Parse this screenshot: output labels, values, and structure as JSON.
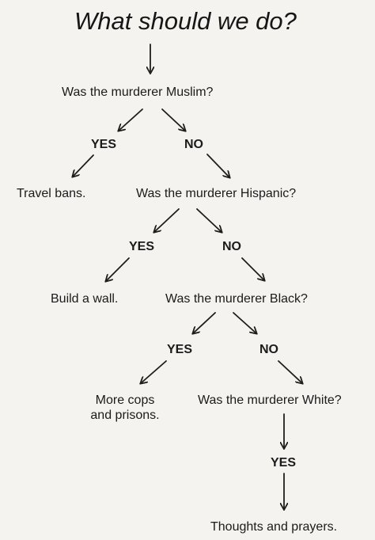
{
  "title": "What should we do?",
  "nodes": {
    "q_muslim": "Was the murderer Muslim?",
    "yes_1": "YES",
    "no_1": "NO",
    "travel_bans": "Travel bans.",
    "q_hispanic": "Was the murderer Hispanic?",
    "yes_2": "YES",
    "no_2": "NO",
    "build_wall": "Build a wall.",
    "q_black": "Was the murderer Black?",
    "yes_3": "YES",
    "no_3": "NO",
    "cops_line1": "More cops",
    "cops_line2": "and prisons.",
    "q_white": "Was the murderer White?",
    "yes_4": "YES",
    "thoughts": "Thoughts and prayers."
  }
}
